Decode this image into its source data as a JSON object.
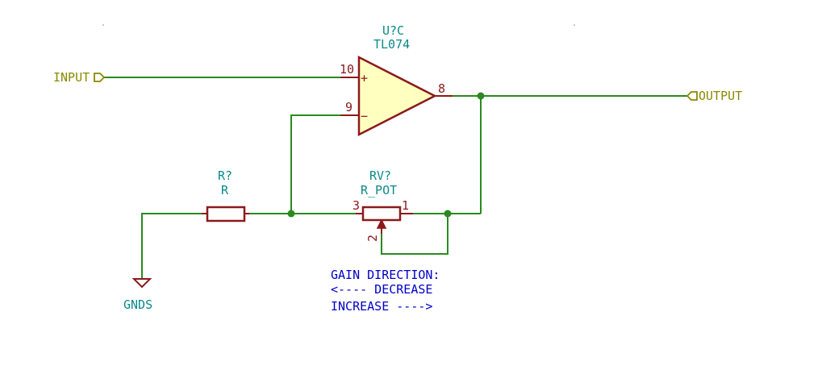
{
  "opamp": {
    "ref": "U?C",
    "value": "TL074",
    "pin_plus": "10",
    "pin_minus": "9",
    "pin_out": "8",
    "sign_plus": "+",
    "sign_minus": "−"
  },
  "input_label": "INPUT",
  "output_label": "OUTPUT",
  "resistor": {
    "ref": "R?",
    "value": "R"
  },
  "pot": {
    "ref": "RV?",
    "value": "R_POT",
    "pin3": "3",
    "pin1": "1",
    "pin2": "2"
  },
  "ground_label": "GNDS",
  "note": [
    "GAIN DIRECTION:",
    "<---- DECREASE",
    "INCREASE ---->"
  ],
  "colors": {
    "wire": "#2a8a1f",
    "component": "#8b1a1a",
    "opamp_fill": "#ffffc0",
    "net_label": "#8a8a00",
    "ref_text": "#0a8a8a",
    "note_text": "#0000c8",
    "junction": "#2a8a1f"
  }
}
